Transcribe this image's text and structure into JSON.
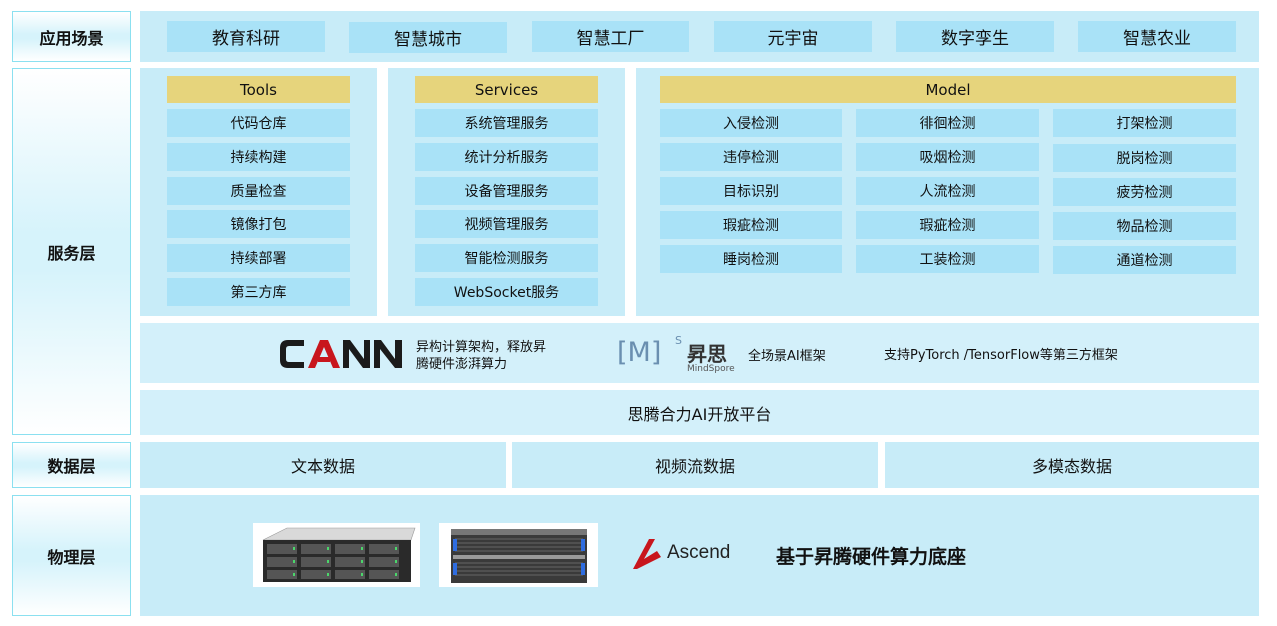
{
  "layers": {
    "application": "应用场景",
    "service": "服务层",
    "data": "数据层",
    "physical": "物理层"
  },
  "scenarios": [
    "教育科研",
    "智慧城市",
    "智慧工厂",
    "元宇宙",
    "数字孪生",
    "智慧农业"
  ],
  "tools": {
    "title": "Tools",
    "items": [
      "代码仓库",
      "持续构建",
      "质量检查",
      "镜像打包",
      "持续部署",
      "第三方库"
    ]
  },
  "services": {
    "title": "Services",
    "items": [
      "系统管理服务",
      "统计分析服务",
      "设备管理服务",
      "视频管理服务",
      "智能检测服务",
      "WebSocket服务"
    ]
  },
  "model": {
    "title": "Model",
    "col1": [
      "入侵检测",
      "违停检测",
      "目标识别",
      "瑕疵检测",
      "睡岗检测"
    ],
    "col2": [
      "徘徊检测",
      "吸烟检测",
      "人流检测",
      "瑕疵检测",
      "工装检测"
    ],
    "col3": [
      "打架检测",
      "脱岗检测",
      "疲劳检测",
      "物品检测",
      "通道检测"
    ]
  },
  "framework": {
    "cann_logo": "CANN",
    "cann_desc_line1": "异构计算架构，释放昇",
    "cann_desc_line2": "腾硬件澎湃算力",
    "mindspore_logo": "[M]",
    "mindspore_sup": "S",
    "mindspore_cn": "昇思",
    "mindspore_en": "MindSpore",
    "mindspore_desc": "全场景AI框架",
    "thirdparty_desc": "支持PyTorch /TensorFlow等第三方框架"
  },
  "platform": "思腾合力AI开放平台",
  "data_items": [
    "文本数据",
    "视频流数据",
    "多模态数据"
  ],
  "physical": {
    "ascend_logo": "Ascend",
    "description": "基于昇腾硬件算力底座"
  },
  "colors": {
    "chip": "#a9e2f7",
    "panel": "#c8ecf8",
    "header": "#e6d47c",
    "label_border": "#8be0f0",
    "cann_red": "#c8161d",
    "ascend_red": "#c8161d"
  }
}
